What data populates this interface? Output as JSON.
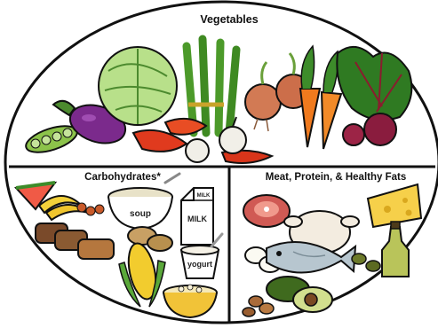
{
  "plate": {
    "sections": {
      "vegetables": {
        "label": "Vegetables"
      },
      "carbohydrates": {
        "label": "Carbohydrates*"
      },
      "protein": {
        "label": "Meat, Protein, & Healthy Fats"
      }
    },
    "food_labels": {
      "soup": "soup",
      "milk_top": "MILK",
      "milk": "MILK",
      "yogurt": "yogurt"
    }
  },
  "colors": {
    "outline": "#111111",
    "background": "#ffffff"
  }
}
